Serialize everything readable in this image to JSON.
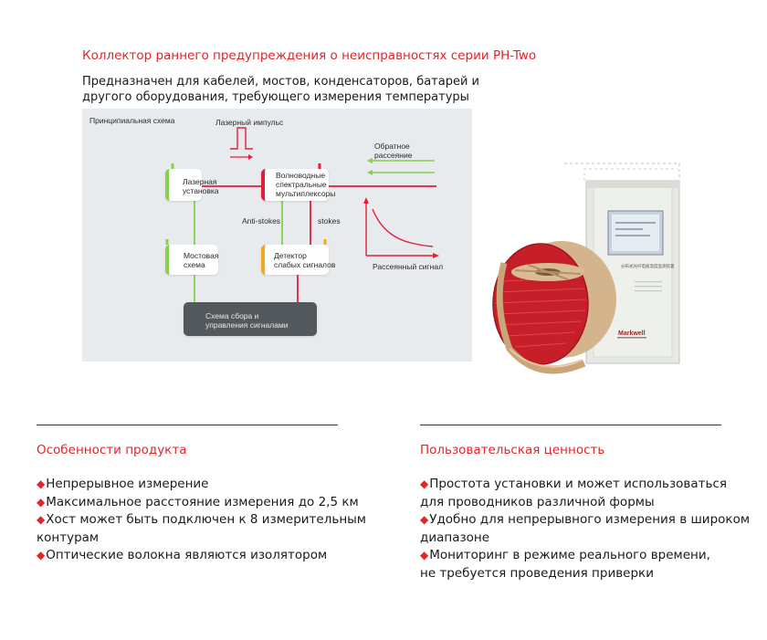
{
  "header": {
    "title": "Коллектор раннего предупреждения о неисправностях серии PH-Two",
    "subtitle": "Предназначен для кабелей, мостов, конденсаторов, батарей и другого оборудования, требующего измерения температуры поверхности."
  },
  "schema": {
    "caption": "Принципиальная схема",
    "laser_pulse": "Лазерный импульс",
    "backscatter_line1": "Обратное",
    "backscatter_line2": "рассеяние",
    "laser_unit_line1": "Лазерная",
    "laser_unit_line2": "установка",
    "mux_line1": "Волноводные",
    "mux_line2": "спектральные",
    "mux_line3": "мультиплексоры",
    "anti_stokes": "Anti-stokes",
    "stokes": "stokes",
    "bridge_line1": "Мостовая",
    "bridge_line2": "схема",
    "detector_line1": "Детектор",
    "detector_line2": "слабых сигналов",
    "scatter_signal": "Рассеянный сигнал",
    "collector_line1": "Схема сбора и",
    "collector_line2": "управления сигналами",
    "colors": {
      "red": "#e41f3a",
      "green": "#86d04a",
      "orange": "#f5a623",
      "dark": "#53585d"
    }
  },
  "product": {
    "brand": "Markwell",
    "panel_text": "分布式光纤电缆温度监测装置"
  },
  "features": {
    "title": "Особенности продукта",
    "items": [
      "Непрерывное измерение",
      "Максимальное расстояние измерения до 2,5 км",
      "Хост может быть подключен к 8 измерительным",
      "контурам",
      "Оптические волокна являются изолятором"
    ]
  },
  "value": {
    "title": "Пользовательская ценность",
    "items": [
      "Простота установки и может использоваться",
      "для проводников различной формы",
      "Удобно для непрерывного измерения в широком",
      "диапазоне",
      "Мониторинг в режиме реального времени,",
      "не требуется проведения приверки"
    ]
  },
  "bullet_glyph": "◆",
  "accent_color": "#e0262a"
}
